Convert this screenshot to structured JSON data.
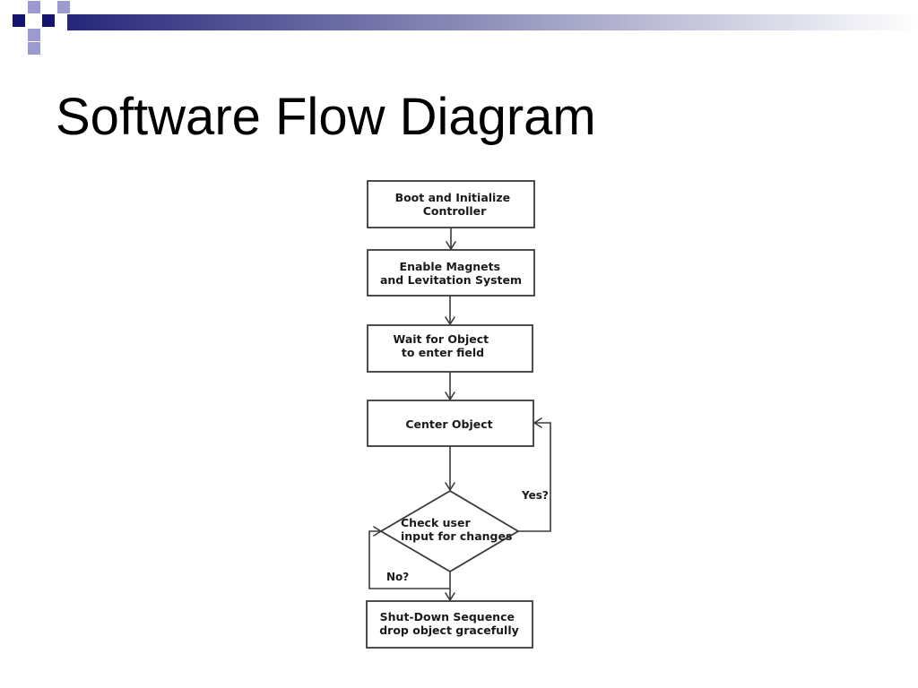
{
  "slide": {
    "title": "Software Flow Diagram"
  },
  "decoration": {
    "primary_color": "#141470",
    "secondary_color": "#9b9bd2",
    "bar_color_start": "#26267a",
    "bar_color_end": "#ffffff"
  },
  "flowchart": {
    "nodes": {
      "boot": {
        "lines": [
          "Boot and Initialize",
          "Controller"
        ]
      },
      "enable_magnets": {
        "lines": [
          "Enable Magnets",
          "and Levitation System"
        ]
      },
      "wait_object": {
        "lines": [
          "Wait for Object",
          "to enter field"
        ]
      },
      "center_object": {
        "lines": [
          "Center Object"
        ]
      },
      "check_input": {
        "lines": [
          "Check user",
          "input for changes"
        ]
      },
      "shutdown": {
        "lines": [
          "Shut-Down Sequence",
          "drop object gracefully"
        ]
      }
    },
    "edges": {
      "yes_label": "Yes?",
      "no_label": "No?"
    }
  }
}
